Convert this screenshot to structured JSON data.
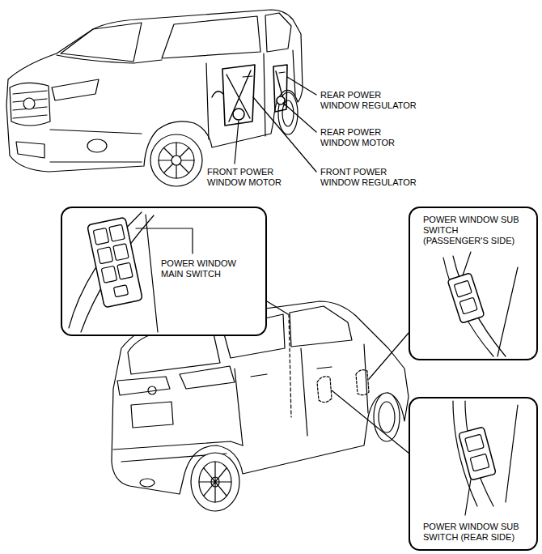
{
  "diagram": {
    "nodes": [
      {
        "text": [
          "POWER WINDOW MAIN SWITCH"
        ]
      },
      {
        "text": [
          "POWER WINDOW SUB SWITCH (PASSENGER'S SIDE)"
        ]
      },
      {
        "text": [
          "POWER WINDOW SUB SWITCH (REAR SIDE)"
        ]
      }
    ],
    "labels": [
      "REAR POWER WINDOW REGULATOR",
      "REAR POWER WINDOW MOTOR",
      "FRONT POWER WINDOW MOTOR",
      "FRONT POWER WINDOW REGULATOR"
    ]
  }
}
